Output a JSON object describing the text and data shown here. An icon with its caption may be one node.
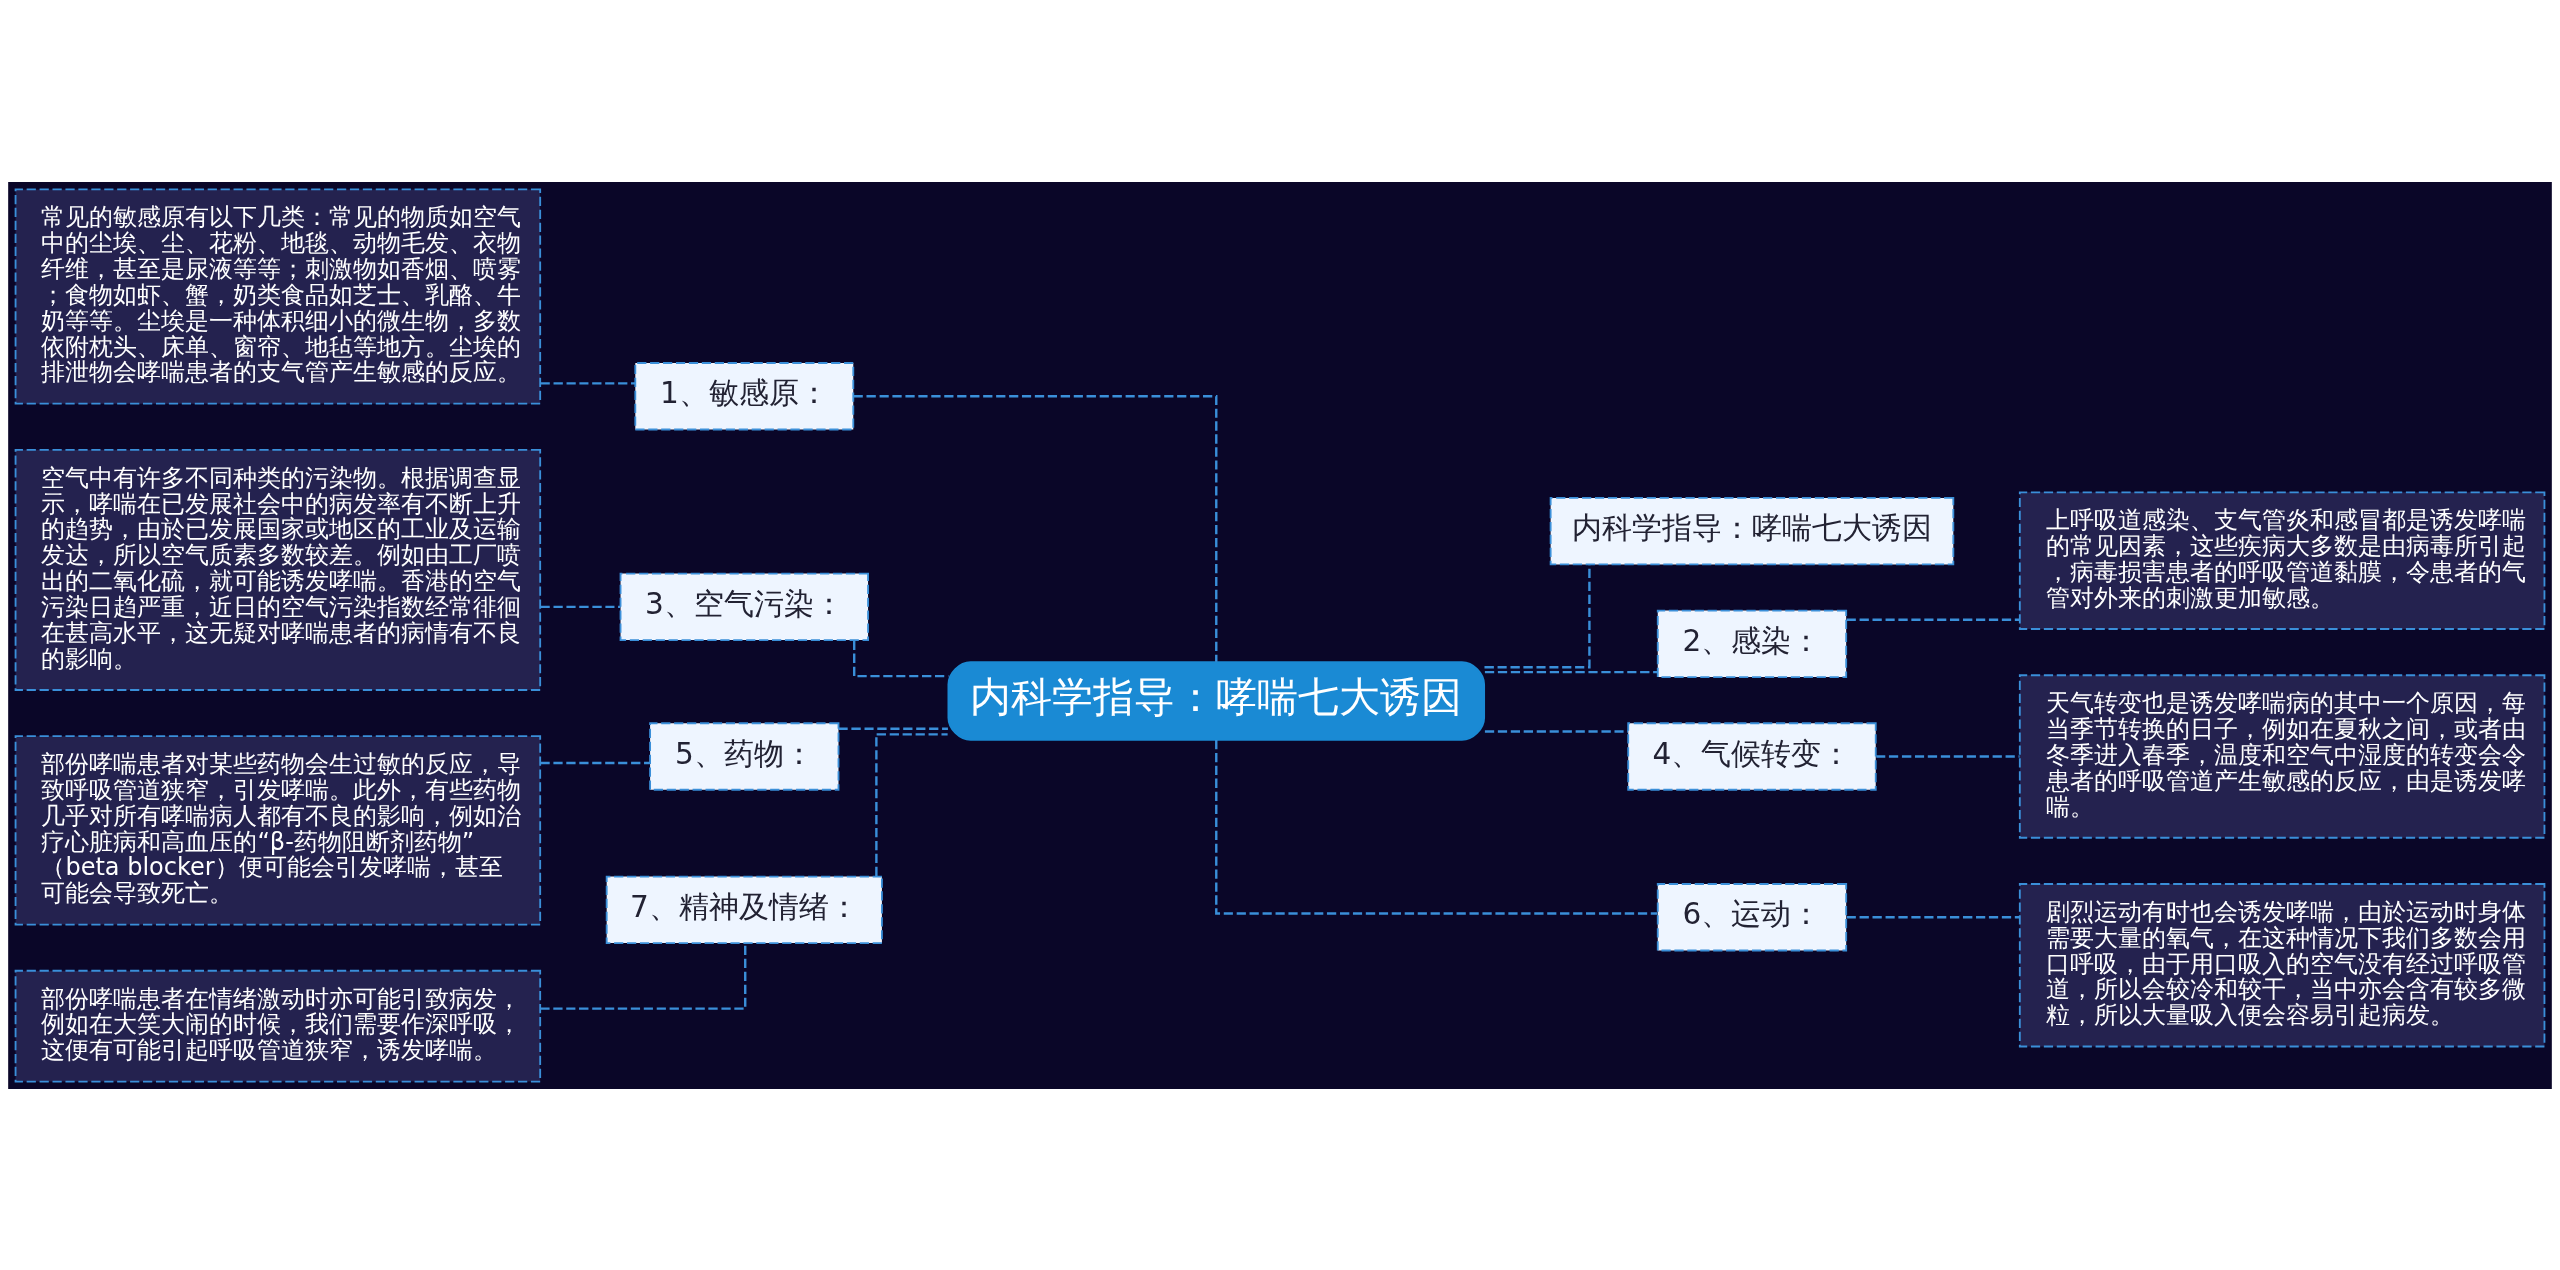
{
  "diagram": {
    "nodes": [
      {
        "text": [
          "内科学指导：哮喘七大诱因"
        ]
      },
      {
        "text": [
          "1、敏感原："
        ]
      },
      {
        "text": [
          "常见的敏感原有以下几类：常见的物质如空气中的尘埃、尘、花粉、地毯、动物毛发、衣物纤维，甚至是尿液等等；刺激物如香烟、喷雾；食物如虾、蟹，奶类食品如芝士、乳酪、牛奶等等。尘埃是一种体积细小的微生物，多数依附枕头、床单、窗帘、地毡等地方。尘埃的排泄物会哮喘患者的支气管产生敏感的反应。"
        ]
      },
      {
        "text": [
          "3、空气污染："
        ]
      },
      {
        "text": [
          "空气中有许多不同种类的污染物。根据调查显示，哮喘在已发展社会中的病发率有不断上升的趋势，由於已发展国家或地区的工业及运输发达，所以空气质素多数较差。例如由工厂喷出的二氧化硫，就可能诱发哮喘。香港的空气污染日趋严重，近日的空气污染指数经常徘徊在甚高水平，这无疑对哮喘患者的病情有不良的影响。"
        ]
      },
      {
        "text": [
          "5、药物："
        ]
      },
      {
        "text": [
          "部份哮喘患者对某些药物会生过敏的反应，导致呼吸管道狭窄，引发哮喘。此外，有些药物几乎对所有哮喘病人都有不良的影响，例如治疗心脏病和高血压的“β-药物阻断剂药物”（beta blocker）便可能会引发哮喘，甚至可能会导致死亡。"
        ]
      },
      {
        "text": [
          "7、精神及情绪："
        ]
      },
      {
        "text": [
          "部份哮喘患者在情绪激动时亦可能引致病发，例如在大笑大闹的时候，我们需要作深呼吸，这便有可能引起呼吸管道狭窄，诱发哮喘。"
        ]
      },
      {
        "text": [
          "内科学指导：哮喘七大诱因"
        ]
      },
      {
        "text": [
          "2、感染："
        ]
      },
      {
        "text": [
          "上呼吸道感染、支气管炎和感冒都是诱发哮喘的常见因素，这些疾病大多数是由病毒所引起，病毒损害患者的呼吸管道黏膜，令患者的气管对外来的刺激更加敏感。"
        ]
      },
      {
        "text": [
          "4、气候转变："
        ]
      },
      {
        "text": [
          "天气转变也是诱发哮喘病的其中一个原因，每当季节转换的日子，例如在夏秋之间，或者由冬季进入春季，温度和空气中湿度的转变会令患者的呼吸管道产生敏感的反应，由是诱发哮喘。"
        ]
      },
      {
        "text": [
          "6、运动："
        ]
      },
      {
        "text": [
          "剧烈运动有时也会诱发哮喘，由於运动时身体需要大量的氧气，在这种情况下我们多数会用口呼吸，由于用口吸入的空气没有经过呼吸管道，所以会较冷和较干，当中亦会含有较多微粒，所以大量吸入便会容易引起病发。"
        ]
      }
    ],
    "edges": [
      {
        "from": 0,
        "to": 1,
        "arrow": "none",
        "style": "dashed"
      },
      {
        "from": 1,
        "to": 2,
        "arrow": "none",
        "style": "dashed"
      },
      {
        "from": 0,
        "to": 3,
        "arrow": "none",
        "style": "dashed"
      },
      {
        "from": 3,
        "to": 4,
        "arrow": "none",
        "style": "dashed"
      },
      {
        "from": 0,
        "to": 5,
        "arrow": "none",
        "style": "dashed"
      },
      {
        "from": 5,
        "to": 6,
        "arrow": "none",
        "style": "dashed"
      },
      {
        "from": 0,
        "to": 7,
        "arrow": "none",
        "style": "dashed"
      },
      {
        "from": 7,
        "to": 8,
        "arrow": "none",
        "style": "dashed"
      },
      {
        "from": 0,
        "to": 9,
        "arrow": "none",
        "style": "dashed"
      },
      {
        "from": 0,
        "to": 10,
        "arrow": "none",
        "style": "dashed"
      },
      {
        "from": 10,
        "to": 11,
        "arrow": "none",
        "style": "dashed"
      },
      {
        "from": 0,
        "to": 12,
        "arrow": "none",
        "style": "dashed"
      },
      {
        "from": 12,
        "to": 13,
        "arrow": "none",
        "style": "dashed"
      },
      {
        "from": 0,
        "to": 14,
        "arrow": "none",
        "style": "dashed"
      },
      {
        "from": 14,
        "to": 15,
        "arrow": "none",
        "style": "dashed"
      }
    ]
  }
}
